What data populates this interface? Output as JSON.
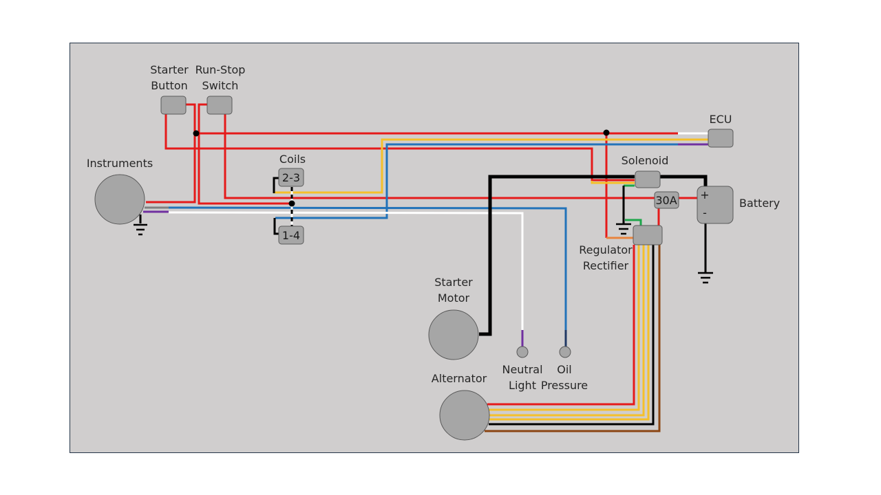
{
  "diagram": {
    "title": "Motorcycle wiring diagram",
    "colors": {
      "background": "#d0cece",
      "border": "#243447",
      "component_fill": "#a6a6a6",
      "component_stroke": "#595959",
      "red": "#e51a1a",
      "yellow": "#f5c02a",
      "blue": "#2273b9",
      "white": "#ffffff",
      "black": "#000000",
      "purple": "#7030a0",
      "gray": "#808080",
      "green": "#1ea64b",
      "orange": "#e8843e",
      "brown": "#8b4513",
      "navy": "#203864"
    },
    "components": {
      "starter_button": {
        "label_line1": "Starter",
        "label_line2": "Button"
      },
      "run_stop_switch": {
        "label_line1": "Run-Stop",
        "label_line2": "Switch"
      },
      "instruments": {
        "label": "Instruments"
      },
      "coils": {
        "label": "Coils",
        "coil_a": "2-3",
        "coil_b": "1-4"
      },
      "ecu": {
        "label": "ECU"
      },
      "solenoid": {
        "label": "Solenoid"
      },
      "fuse": {
        "label": "30A"
      },
      "battery": {
        "label": "Battery",
        "plus": "+",
        "minus": "-"
      },
      "regulator_rectifier": {
        "label_line1": "Regulator",
        "label_line2": "Rectifier"
      },
      "starter_motor": {
        "label_line1": "Starter",
        "label_line2": "Motor"
      },
      "neutral_light": {
        "label_line1": "Neutral",
        "label_line2": "Light"
      },
      "oil_pressure": {
        "label_line1": "Oil",
        "label_line2": "Pressure"
      },
      "alternator": {
        "label": "Alternator"
      }
    }
  }
}
